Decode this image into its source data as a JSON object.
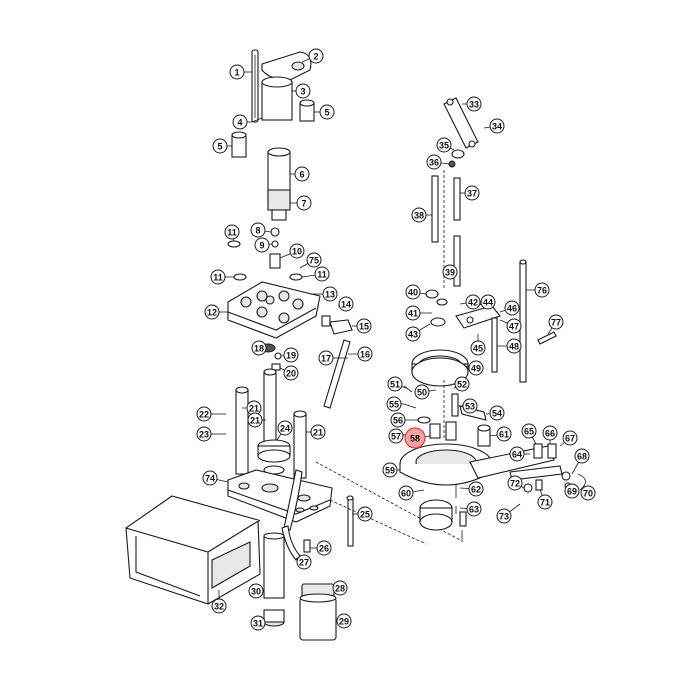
{
  "diagram": {
    "highlight_color": "#f6a3a3",
    "highlight_stroke": "#e03a3a",
    "highlighted_callout": "58",
    "callouts": [
      "1",
      "2",
      "3",
      "4",
      "5",
      "5",
      "6",
      "7",
      "8",
      "9",
      "10",
      "11",
      "11",
      "11",
      "12",
      "13",
      "75",
      "14",
      "15",
      "16",
      "17",
      "18",
      "19",
      "20",
      "21",
      "21",
      "21",
      "22",
      "23",
      "24",
      "74",
      "25",
      "26",
      "27",
      "28",
      "29",
      "30",
      "31",
      "32",
      "33",
      "34",
      "35",
      "36",
      "37",
      "38",
      "39",
      "40",
      "41",
      "42",
      "43",
      "44",
      "45",
      "46",
      "47",
      "48",
      "49",
      "50",
      "51",
      "52",
      "53",
      "54",
      "55",
      "56",
      "57",
      "58",
      "59",
      "60",
      "61",
      "62",
      "63",
      "64",
      "65",
      "66",
      "67",
      "68",
      "69",
      "70",
      "71",
      "72",
      "73",
      "76",
      "77"
    ]
  }
}
